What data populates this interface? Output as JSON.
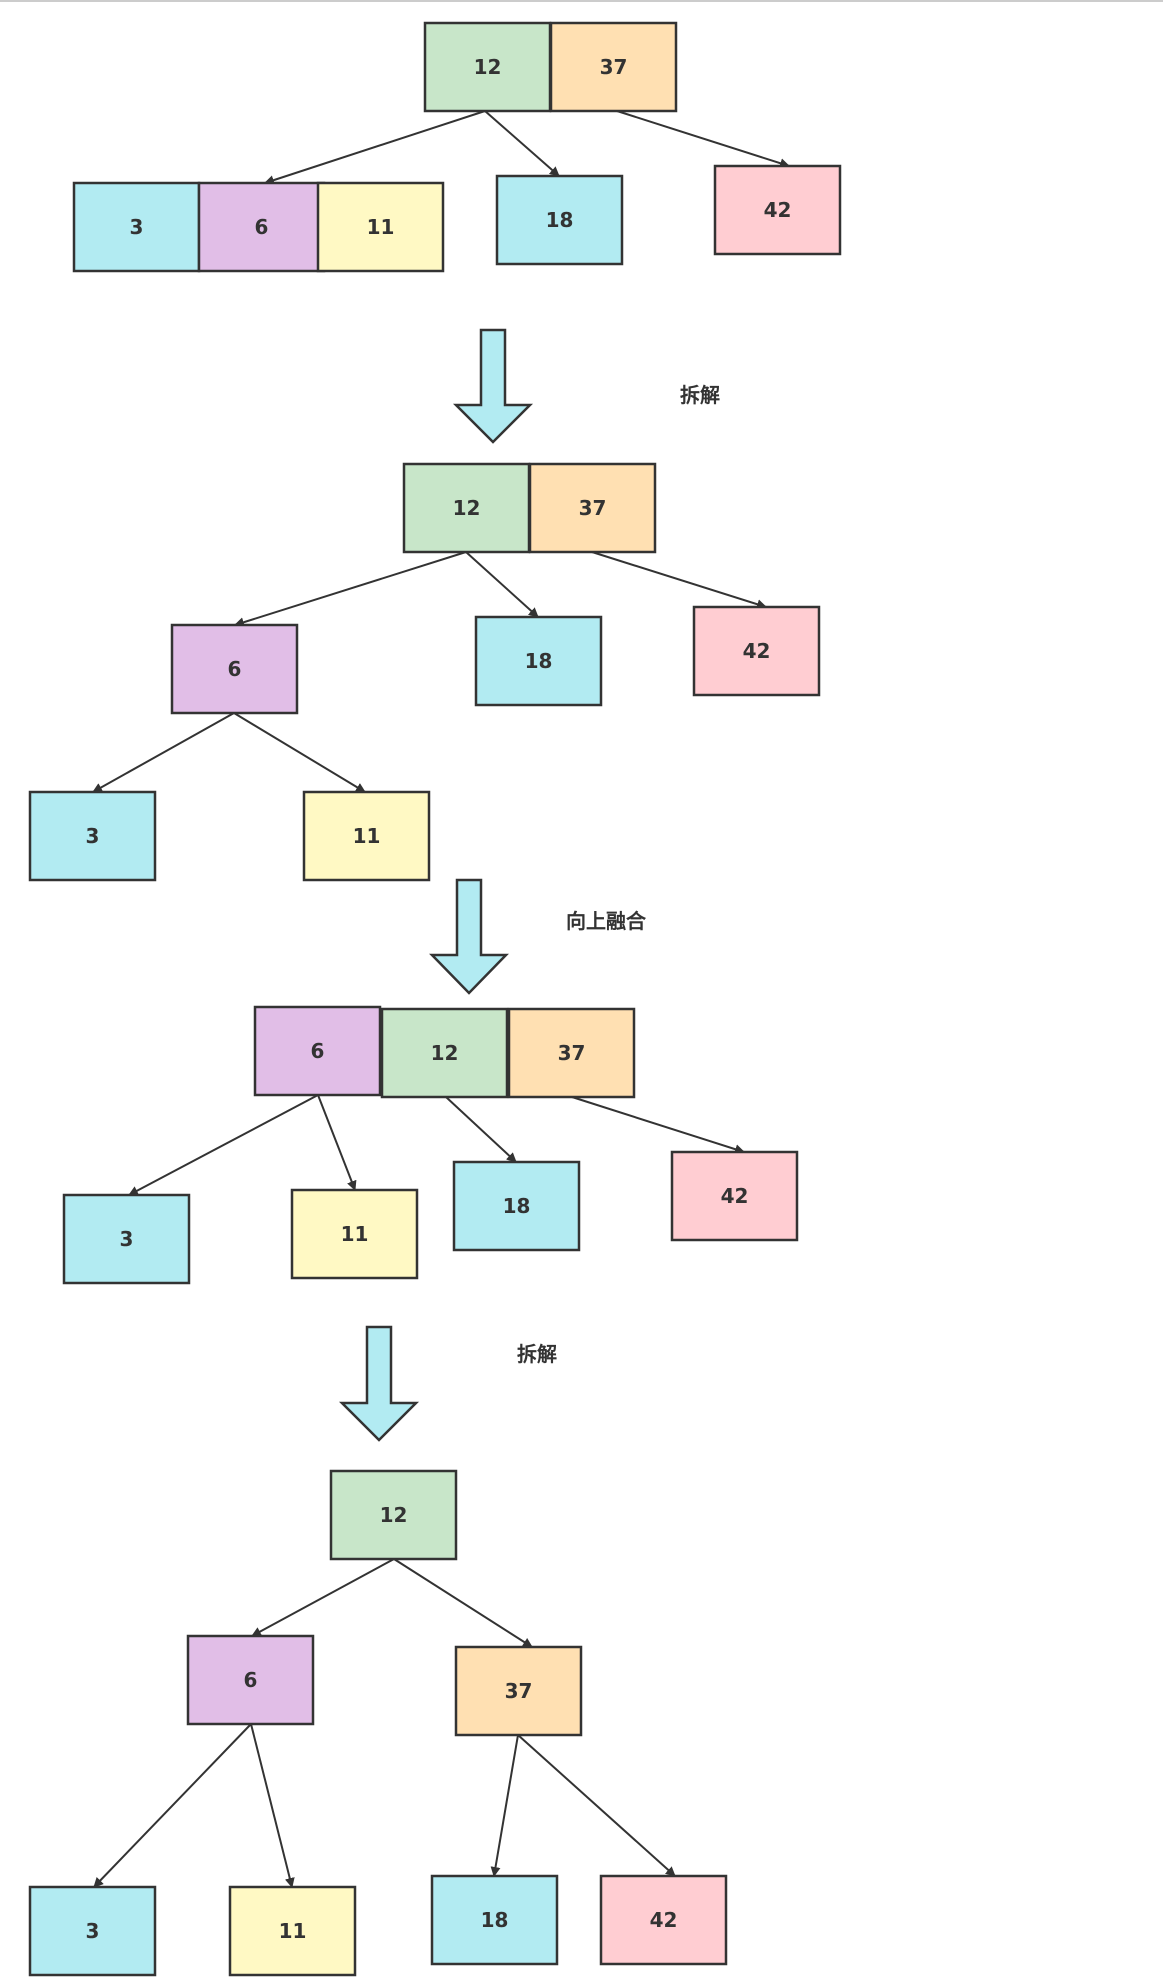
{
  "colors": {
    "cyan": "#b2ebf2",
    "purple": "#e1bee7",
    "yellow": "#fff9c4",
    "green": "#c8e6c9",
    "orange": "#ffe0b2",
    "pink": "#ffcdd2",
    "stroke": "#333333"
  },
  "steps": [
    {
      "label": "拆解"
    },
    {
      "label": "向上融合"
    },
    {
      "label": "拆解"
    }
  ],
  "diagrams": [
    {
      "nodes": [
        {
          "id": "d1-12",
          "label": "12",
          "color": "green"
        },
        {
          "id": "d1-37",
          "label": "37",
          "color": "orange"
        },
        {
          "id": "d1-3",
          "label": "3",
          "color": "cyan"
        },
        {
          "id": "d1-6",
          "label": "6",
          "color": "purple"
        },
        {
          "id": "d1-11",
          "label": "11",
          "color": "yellow"
        },
        {
          "id": "d1-18",
          "label": "18",
          "color": "cyan"
        },
        {
          "id": "d1-42",
          "label": "42",
          "color": "pink"
        }
      ]
    },
    {
      "nodes": [
        {
          "id": "d2-12",
          "label": "12",
          "color": "green"
        },
        {
          "id": "d2-37",
          "label": "37",
          "color": "orange"
        },
        {
          "id": "d2-6",
          "label": "6",
          "color": "purple"
        },
        {
          "id": "d2-18",
          "label": "18",
          "color": "cyan"
        },
        {
          "id": "d2-42",
          "label": "42",
          "color": "pink"
        },
        {
          "id": "d2-3",
          "label": "3",
          "color": "cyan"
        },
        {
          "id": "d2-11",
          "label": "11",
          "color": "yellow"
        }
      ]
    },
    {
      "nodes": [
        {
          "id": "d3-6",
          "label": "6",
          "color": "purple"
        },
        {
          "id": "d3-12",
          "label": "12",
          "color": "green"
        },
        {
          "id": "d3-37",
          "label": "37",
          "color": "orange"
        },
        {
          "id": "d3-3",
          "label": "3",
          "color": "cyan"
        },
        {
          "id": "d3-11",
          "label": "11",
          "color": "yellow"
        },
        {
          "id": "d3-18",
          "label": "18",
          "color": "cyan"
        },
        {
          "id": "d3-42",
          "label": "42",
          "color": "pink"
        }
      ]
    },
    {
      "nodes": [
        {
          "id": "d4-12",
          "label": "12",
          "color": "green"
        },
        {
          "id": "d4-6",
          "label": "6",
          "color": "purple"
        },
        {
          "id": "d4-37",
          "label": "37",
          "color": "orange"
        },
        {
          "id": "d4-3",
          "label": "3",
          "color": "cyan"
        },
        {
          "id": "d4-11",
          "label": "11",
          "color": "yellow"
        },
        {
          "id": "d4-18",
          "label": "18",
          "color": "cyan"
        },
        {
          "id": "d4-42",
          "label": "42",
          "color": "pink"
        }
      ]
    }
  ]
}
